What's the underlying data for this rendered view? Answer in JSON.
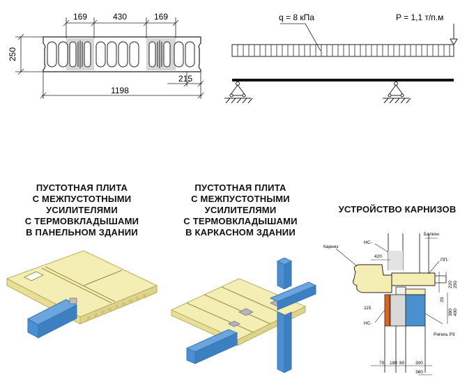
{
  "section_drawing": {
    "dim_left": "169",
    "dim_mid": "430",
    "dim_right": "169",
    "dim_height": "250",
    "dim_width": "1198",
    "dim_edge": "215"
  },
  "load_diagram": {
    "q_label": "q = 8 кПа",
    "p_label": "P = 1,1 т/п.м"
  },
  "panel_title": {
    "line1": "ПУСТОТНАЯ ПЛИТА",
    "line2": "С МЕЖПУСТОТНЫМИ",
    "line3": "УСИЛИТЕЛЯМИ",
    "line4": "С ТЕРМОВКЛАДЫШАМИ",
    "line5": "В ПАНЕЛЬНОМ ЗДАНИИ"
  },
  "frame_title": {
    "line1": "ПУСТОТНАЯ ПЛИТА",
    "line2": "С МЕЖПУСТОТНЫМИ",
    "line3": "УСИЛИТЕЛЯМИ",
    "line4": "С ТЕРМОВКЛАДЫШАМИ",
    "line5": "В КАРКАСНОМ ЗДАНИИ"
  },
  "cornice_title": "УСТРОЙСТВО КАРНИЗОВ",
  "cornice_detail": {
    "balcony": "Балкон",
    "cornice": "Карниз",
    "ns_top": "НС-",
    "pp": "ПП-",
    "dim_420": "420",
    "dim_220": "220",
    "dim_250": "250",
    "dim_20": "20",
    "dim_115": "115",
    "ns_bottom": "НС-",
    "dim_380": "380",
    "dim_400": "400",
    "riegel": "Ригель Р3",
    "dim_70": "70",
    "dim_180": "180",
    "dim_80": "80",
    "dim_300": "300",
    "dim_360": "360"
  },
  "colors": {
    "slab": "#f4eeb4",
    "slab_edge": "#d8cf85",
    "beam": "#4a8fcf",
    "insulation_gray": "#d9d9d9",
    "brick": "#e0641e"
  }
}
